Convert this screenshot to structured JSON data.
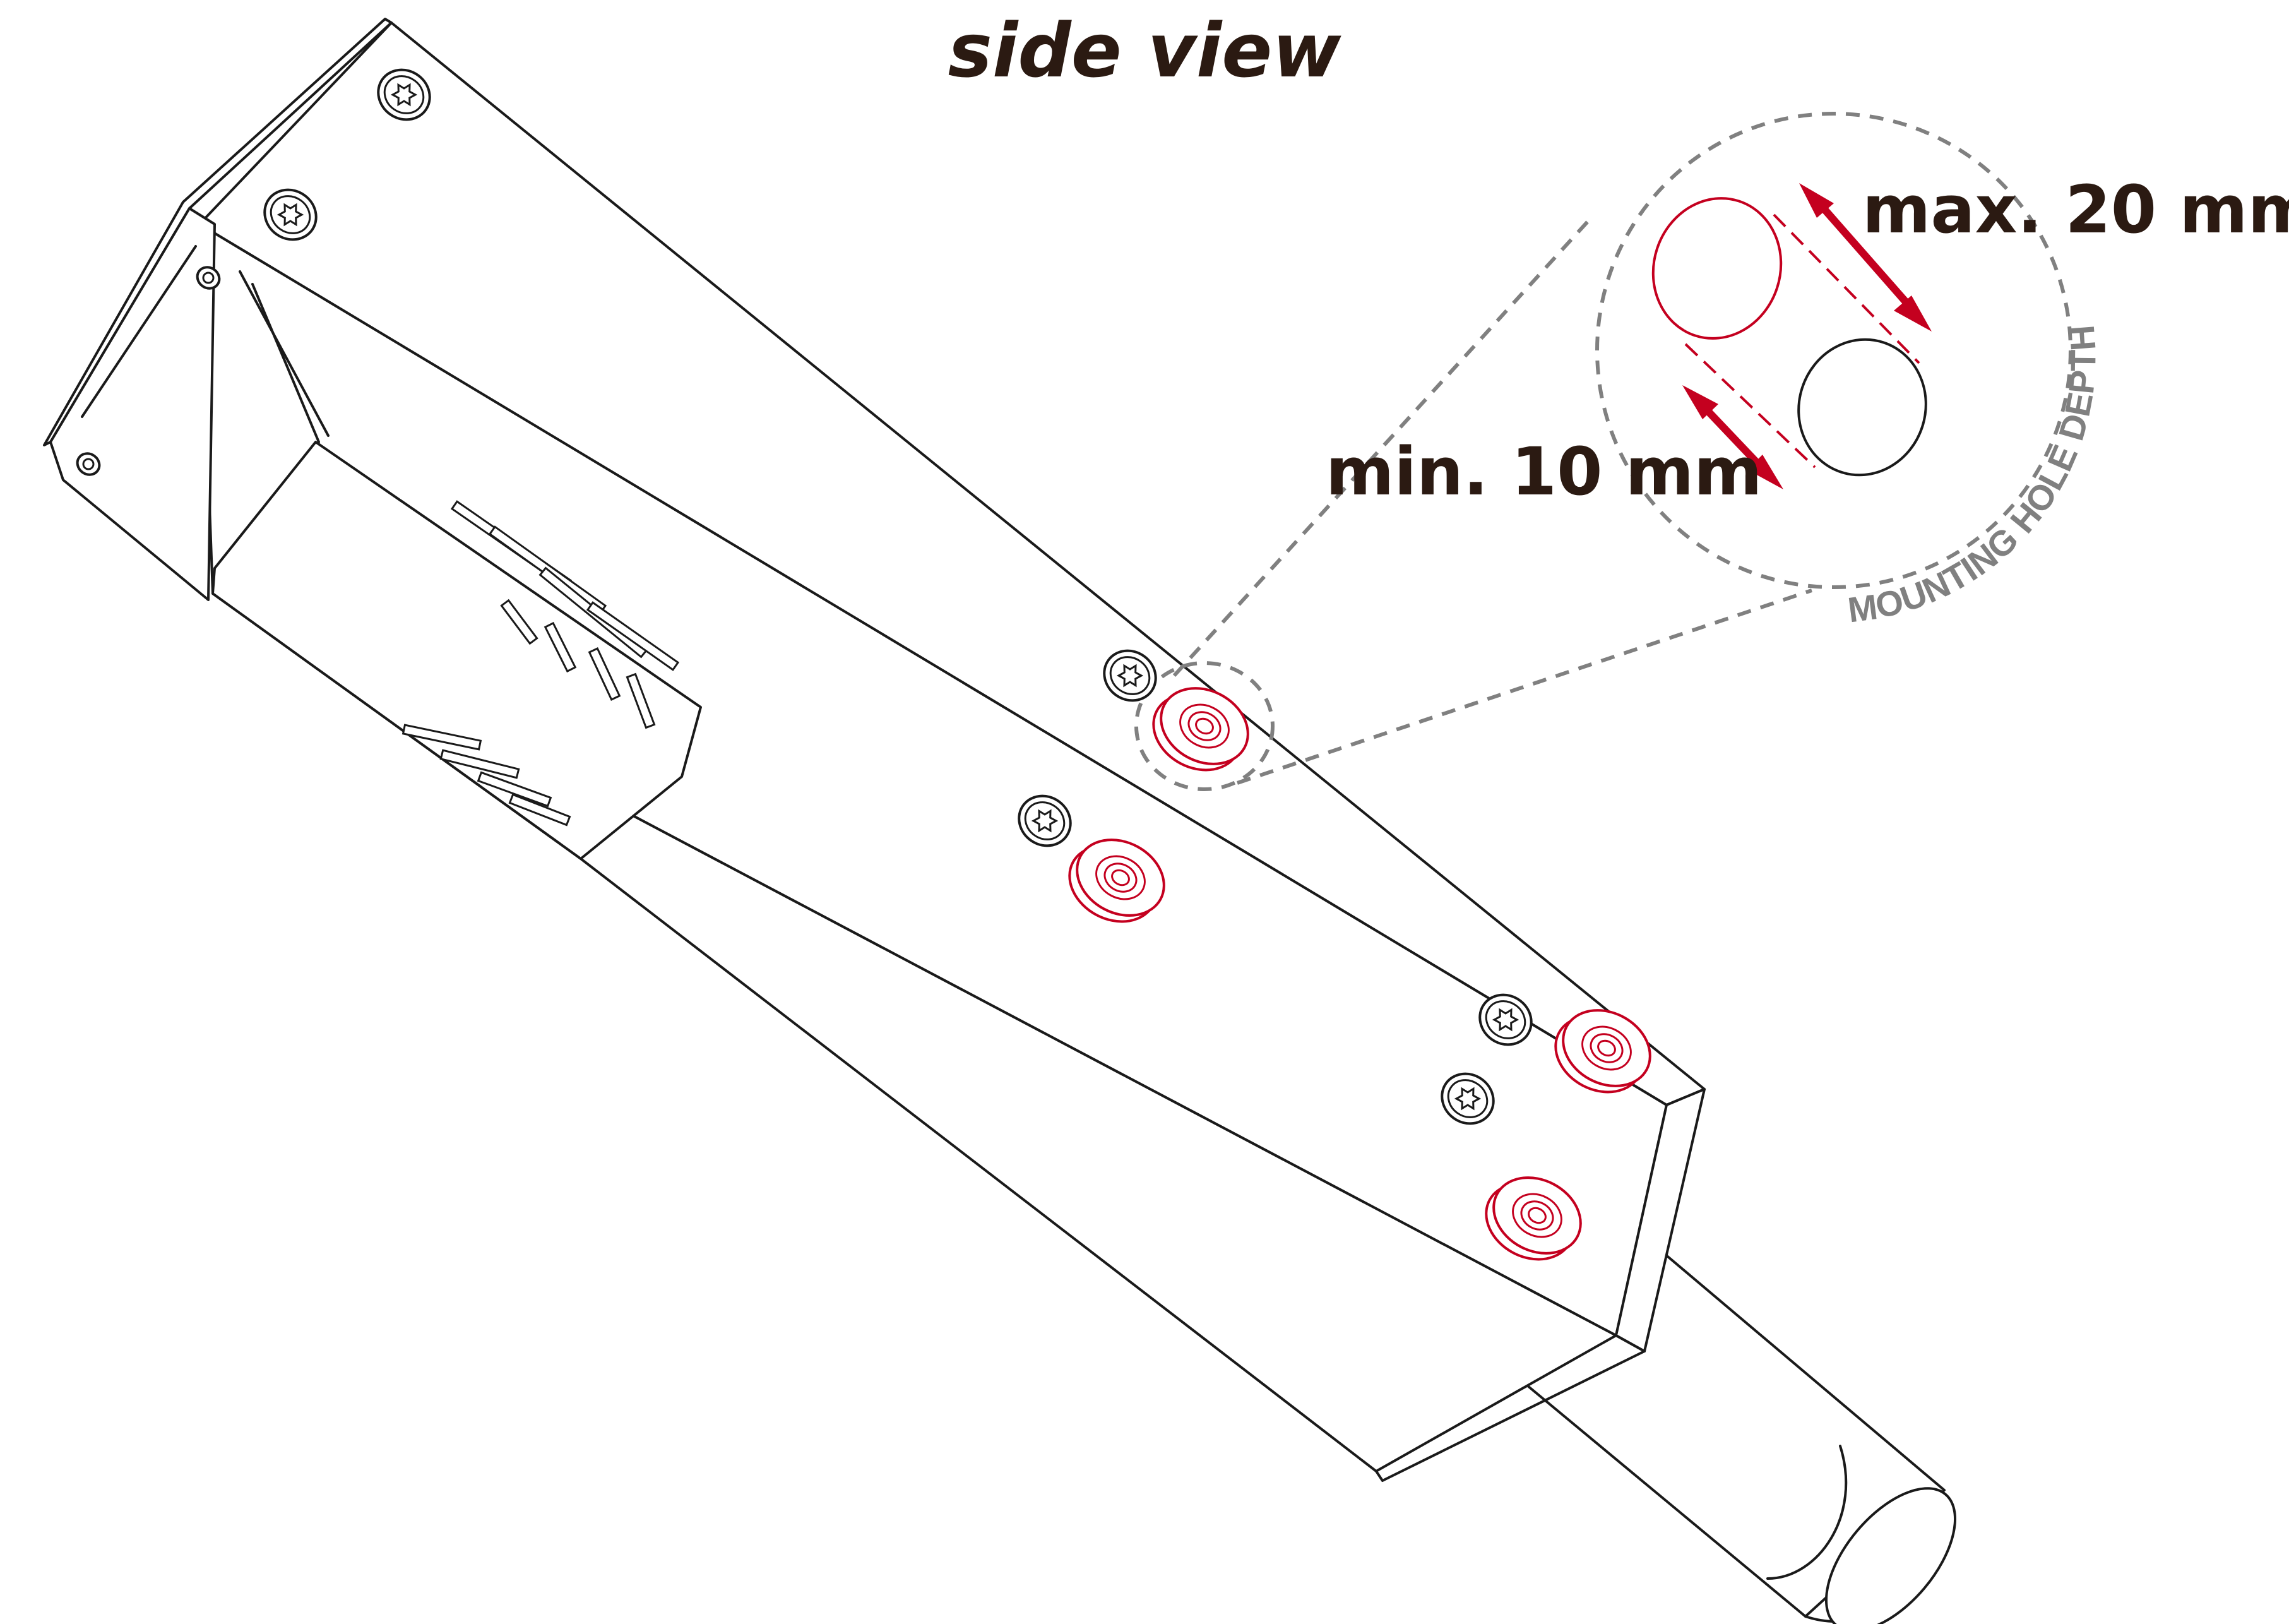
{
  "title": "side view",
  "labels": {
    "max_depth": "max. 20 mm",
    "min_depth": "min. 10  mm",
    "curved_caption": "MOUNTING HOLE DEPTH"
  },
  "colors": {
    "accent_red": "#c4001f",
    "line_black": "#1a1a1a",
    "callout_gray": "#808080",
    "text_dark": "#2b1a12"
  },
  "icons": {
    "screw": "torx-screw-icon",
    "mounting_hole": "threaded-insert-icon"
  }
}
